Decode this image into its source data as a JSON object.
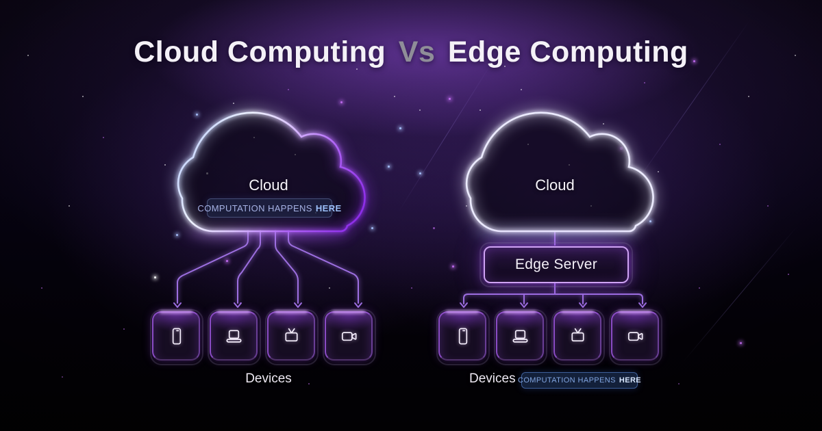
{
  "title": {
    "part_cloud": "Cloud Computing",
    "part_vs": "Vs",
    "part_edge": "Edge Computing"
  },
  "left_diagram": {
    "cloud_label": "Cloud",
    "badge": {
      "text": "COMPUTATION HAPPENS",
      "highlight": "HERE"
    },
    "devices_label": "Devices",
    "devices": [
      {
        "icon": "smartphone-icon"
      },
      {
        "icon": "laptop-icon"
      },
      {
        "icon": "tv-icon"
      },
      {
        "icon": "video-camera-icon"
      }
    ]
  },
  "right_diagram": {
    "cloud_label": "Cloud",
    "edge_server_label": "Edge Server",
    "devices_label": "Devices",
    "badge": {
      "text": "COMPUTATION HAPPENS",
      "highlight": "HERE"
    },
    "devices": [
      {
        "icon": "smartphone-icon"
      },
      {
        "icon": "laptop-icon"
      },
      {
        "icon": "tv-icon"
      },
      {
        "icon": "video-camera-icon"
      }
    ]
  },
  "colors": {
    "background": "#060310",
    "title_text": "#f4f1f7",
    "title_vs": "#8f8d98",
    "neon_purple": "#a855f7",
    "neon_blue": "#9ec3ff",
    "line_purple": "#9d6fe0",
    "badge_blue_text": "#a6b2e4",
    "badge_highlight": "#9dc0fa"
  }
}
